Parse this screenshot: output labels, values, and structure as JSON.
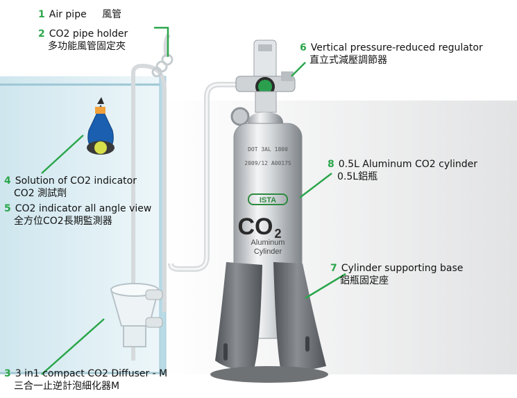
{
  "colors": {
    "accent": "#2aa64a",
    "text": "#111111"
  },
  "callouts": [
    {
      "num": "1",
      "en": "Air pipe",
      "zh": "風管"
    },
    {
      "num": "2",
      "en": "CO2 pipe holder",
      "zh": "多功能風管固定夾"
    },
    {
      "num": "3",
      "en": "3 in1 compact CO2 Diffuser - M",
      "zh": "三合一止逆計泡細化器M"
    },
    {
      "num": "4",
      "en": "Solution of CO2 indicator",
      "zh": "CO2 測試劑"
    },
    {
      "num": "5",
      "en": "CO2 indicator all angle view",
      "zh": "全方位CO2長期監測器"
    },
    {
      "num": "6",
      "en": "Vertical pressure-reduced regulator",
      "zh": "直立式減壓調節器"
    },
    {
      "num": "7",
      "en": "Cylinder supporting base",
      "zh": "鋁瓶固定座"
    },
    {
      "num": "8",
      "en": "0.5L Aluminum CO2 cylinder",
      "zh": "0.5L鋁瓶"
    }
  ],
  "cylinder": {
    "brand": "ISTA",
    "big_text": "CO",
    "big_sub": "2",
    "line1": "Aluminum",
    "line2": "Cylinder",
    "stamp1": "DOT 3AL 1800",
    "stamp2": "2009/12 A0017S"
  }
}
